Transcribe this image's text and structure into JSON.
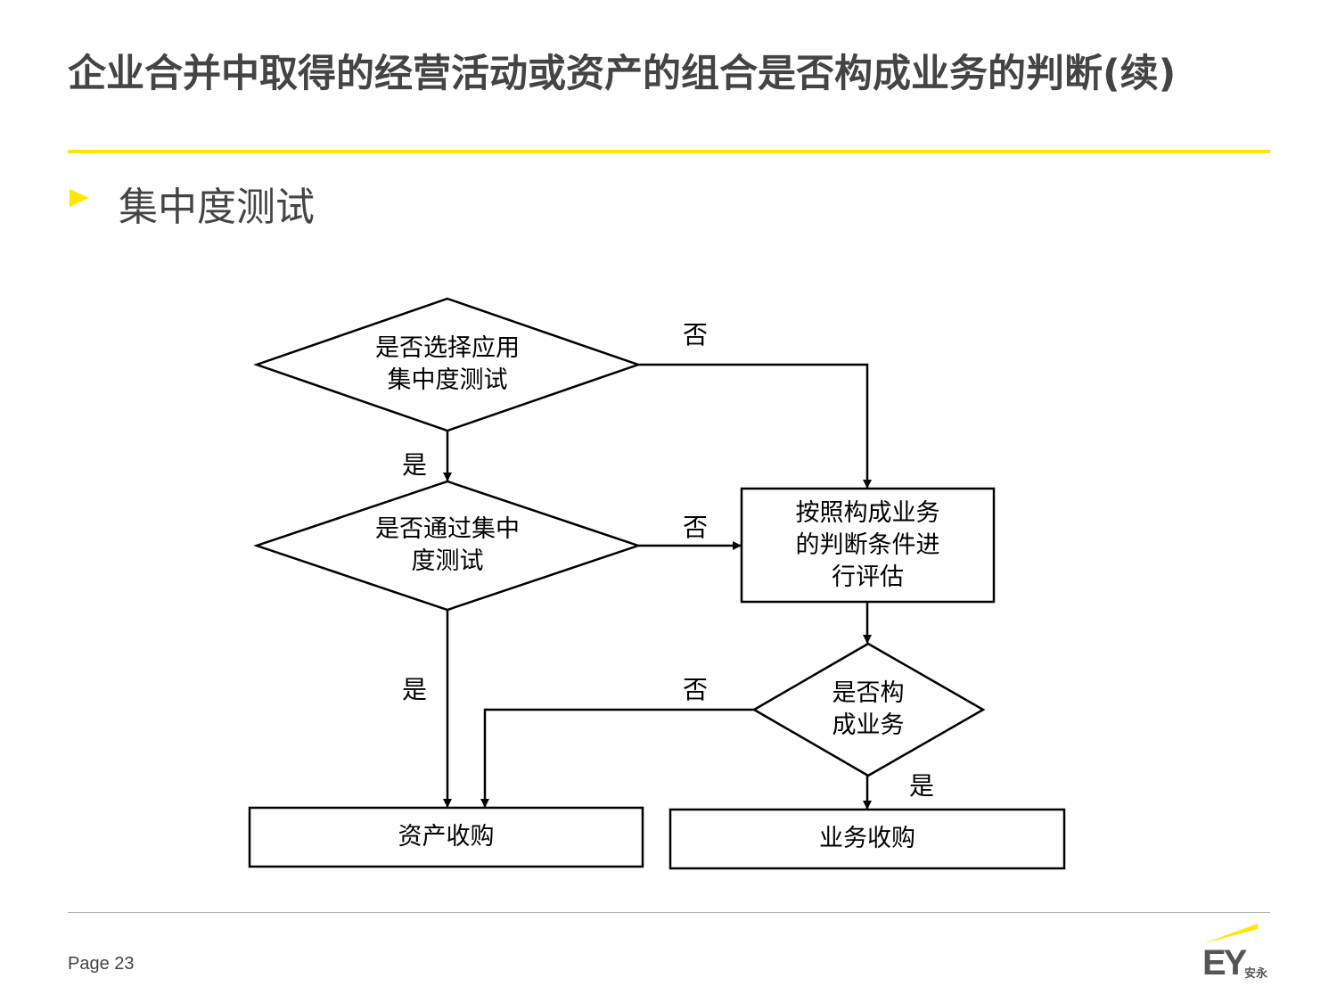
{
  "title": "企业合并中取得的经营活动或资产的组合是否构成业务的判断(续)",
  "subtitle": "集中度测试",
  "colors": {
    "accent": "#ffe600",
    "text": "#444444"
  },
  "flowchart": {
    "nodes": {
      "d1": [
        "是否选择应用",
        "集中度测试"
      ],
      "d2": [
        "是否通过集中",
        "度测试"
      ],
      "box_eval": [
        "按照构成业务",
        "的判断条件进",
        "行评估"
      ],
      "d3": [
        "是否构",
        "成业务"
      ],
      "asset_purchase": "资产收购",
      "business_purchase": "业务收购"
    },
    "edge_labels": {
      "d1_no": "否",
      "d1_yes": "是",
      "d2_no": "否",
      "d2_yes": "是",
      "d3_no": "否",
      "d3_yes": "是"
    }
  },
  "footer": {
    "page": "Page 23",
    "logo_text": "EY",
    "logo_cn": "安永"
  }
}
